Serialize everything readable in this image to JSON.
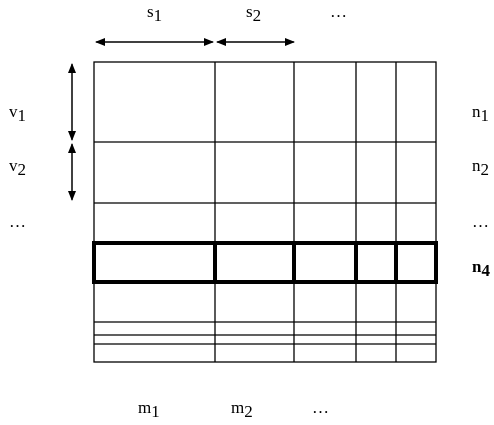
{
  "top_labels": {
    "s1": {
      "base": "s",
      "sub": "1"
    },
    "s2": {
      "base": "s",
      "sub": "2"
    },
    "ellipsis": "…"
  },
  "left_labels": {
    "v1": {
      "base": "v",
      "sub": "1"
    },
    "v2": {
      "base": "v",
      "sub": "2"
    },
    "ellipsis": "…"
  },
  "right_labels": {
    "n1": {
      "base": "n",
      "sub": "1"
    },
    "n2": {
      "base": "n",
      "sub": "2"
    },
    "ellipsis": "…",
    "n4": {
      "base": "n",
      "sub": "4"
    }
  },
  "bottom_labels": {
    "m1": {
      "base": "m",
      "sub": "1"
    },
    "m2": {
      "base": "m",
      "sub": "2"
    },
    "ellipsis": "…"
  },
  "colors": {
    "line": "#000000",
    "background": "#ffffff"
  }
}
